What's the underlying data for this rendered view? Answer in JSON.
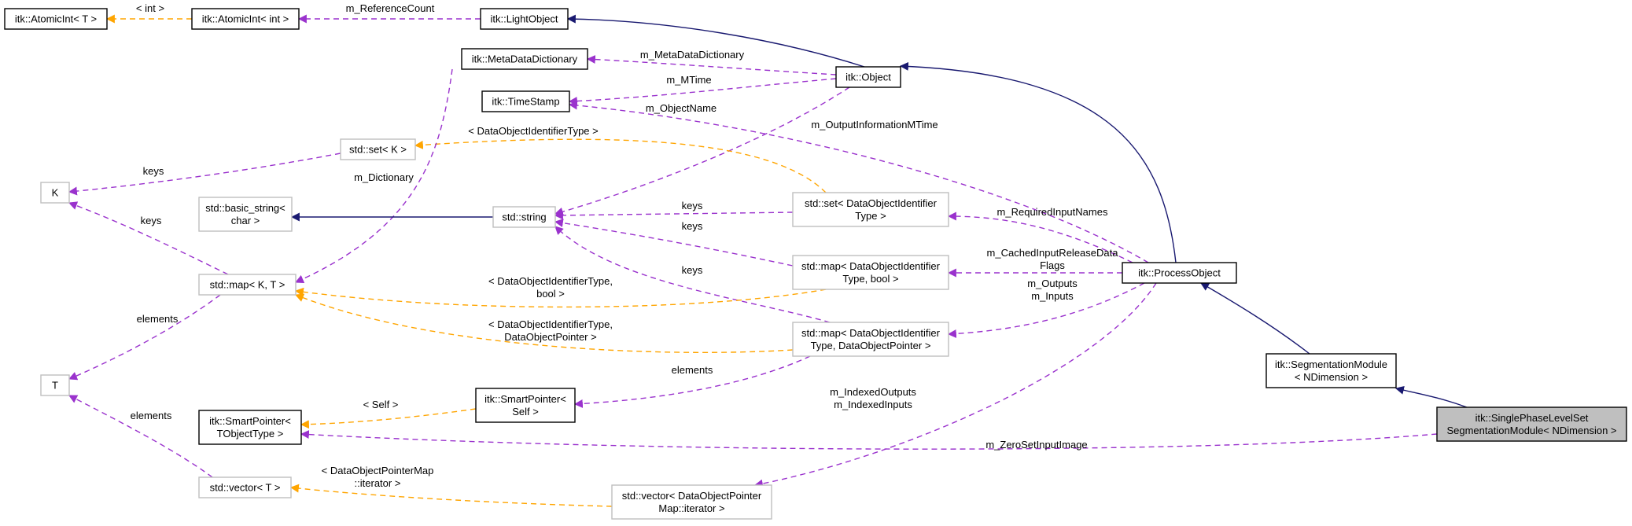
{
  "colors": {
    "inheritance": "#191970",
    "usage": "#9a32cd",
    "template": "#ffa500",
    "node_border_documented": "#000000",
    "node_border_external": "#bfbfbf",
    "focus_fill": "#bfbfbf"
  },
  "nodes": [
    {
      "id": "atomicT",
      "lines": [
        "itk::AtomicInt< T >"
      ],
      "kind": "documented"
    },
    {
      "id": "atomicInt",
      "lines": [
        "itk::AtomicInt< int >"
      ],
      "kind": "documented"
    },
    {
      "id": "lightObject",
      "lines": [
        "itk::LightObject"
      ],
      "kind": "documented"
    },
    {
      "id": "metaDict",
      "lines": [
        "itk::MetaDataDictionary"
      ],
      "kind": "documented"
    },
    {
      "id": "object",
      "lines": [
        "itk::Object"
      ],
      "kind": "documented"
    },
    {
      "id": "timeStamp",
      "lines": [
        "itk::TimeStamp"
      ],
      "kind": "documented"
    },
    {
      "id": "setK",
      "lines": [
        "std::set< K >"
      ],
      "kind": "external"
    },
    {
      "id": "K",
      "lines": [
        "K"
      ],
      "kind": "external"
    },
    {
      "id": "basicString",
      "lines": [
        "std::basic_string<",
        "char >"
      ],
      "kind": "external"
    },
    {
      "id": "stdString",
      "lines": [
        "std::string"
      ],
      "kind": "external"
    },
    {
      "id": "setDOI",
      "lines": [
        "std::set< DataObjectIdentifier",
        "Type >"
      ],
      "kind": "external"
    },
    {
      "id": "mapKT",
      "lines": [
        "std::map< K, T >"
      ],
      "kind": "external"
    },
    {
      "id": "mapDOIBool",
      "lines": [
        "std::map< DataObjectIdentifier",
        "Type, bool >"
      ],
      "kind": "external"
    },
    {
      "id": "processObject",
      "lines": [
        "itk::ProcessObject"
      ],
      "kind": "documented"
    },
    {
      "id": "T",
      "lines": [
        "T"
      ],
      "kind": "external"
    },
    {
      "id": "mapDOIPtr",
      "lines": [
        "std::map< DataObjectIdentifier",
        "Type, DataObjectPointer >"
      ],
      "kind": "external"
    },
    {
      "id": "segModule",
      "lines": [
        "itk::SegmentationModule",
        "< NDimension >"
      ],
      "kind": "documented"
    },
    {
      "id": "smartTObj",
      "lines": [
        "itk::SmartPointer<",
        "TObjectType >"
      ],
      "kind": "documented"
    },
    {
      "id": "smartSelf",
      "lines": [
        "itk::SmartPointer<",
        "Self >"
      ],
      "kind": "documented"
    },
    {
      "id": "singlePhase",
      "lines": [
        "itk::SinglePhaseLevelSet",
        "SegmentationModule< NDimension >"
      ],
      "kind": "focus"
    },
    {
      "id": "vectorT",
      "lines": [
        "std::vector< T >"
      ],
      "kind": "external"
    },
    {
      "id": "vectorDOP",
      "lines": [
        "std::vector< DataObjectPointer",
        "Map::iterator >"
      ],
      "kind": "external"
    }
  ],
  "edges": [
    {
      "id": "e1",
      "from": "atomicInt",
      "to": "atomicT",
      "type": "template",
      "label": [
        "< int >"
      ]
    },
    {
      "id": "e2",
      "from": "lightObject",
      "to": "atomicInt",
      "type": "usage",
      "label": [
        "m_ReferenceCount"
      ]
    },
    {
      "id": "e3",
      "from": "object",
      "to": "lightObject",
      "type": "inheritance",
      "label": []
    },
    {
      "id": "e4",
      "from": "object",
      "to": "metaDict",
      "type": "usage",
      "label": [
        "m_MetaDataDictionary"
      ]
    },
    {
      "id": "e5",
      "from": "object",
      "to": "timeStamp",
      "type": "usage",
      "label": [
        "m_MTime"
      ]
    },
    {
      "id": "e6",
      "from": "object",
      "to": "stdString",
      "type": "usage",
      "label": [
        "m_ObjectName"
      ]
    },
    {
      "id": "e7",
      "from": "processObject",
      "to": "object",
      "type": "inheritance",
      "label": []
    },
    {
      "id": "e8",
      "from": "processObject",
      "to": "timeStamp",
      "type": "usage",
      "label": [
        "m_OutputInformationMTime"
      ]
    },
    {
      "id": "e9",
      "from": "setDOI",
      "to": "setK",
      "type": "template",
      "label": [
        "< DataObjectIdentifierType >"
      ]
    },
    {
      "id": "e10",
      "from": "setK",
      "to": "K",
      "type": "usage",
      "label": [
        "keys"
      ]
    },
    {
      "id": "e11",
      "from": "metaDict",
      "to": "mapKT",
      "type": "usage",
      "label": [
        "m_Dictionary"
      ]
    },
    {
      "id": "e12",
      "from": "stdString",
      "to": "basicString",
      "type": "inheritance",
      "label": []
    },
    {
      "id": "e13",
      "from": "setDOI",
      "to": "stdString",
      "type": "usage",
      "label": [
        "keys"
      ]
    },
    {
      "id": "e14",
      "from": "mapDOIBool",
      "to": "stdString",
      "type": "usage",
      "label": [
        "keys"
      ]
    },
    {
      "id": "e15",
      "from": "mapDOIPtr",
      "to": "stdString",
      "type": "usage",
      "label": [
        "keys"
      ]
    },
    {
      "id": "e16",
      "from": "processObject",
      "to": "setDOI",
      "type": "usage",
      "label": [
        "m_RequiredInputNames"
      ]
    },
    {
      "id": "e17",
      "from": "processObject",
      "to": "mapDOIBool",
      "type": "usage",
      "label": [
        "m_CachedInputReleaseData",
        "Flags"
      ]
    },
    {
      "id": "e18",
      "from": "processObject",
      "to": "mapDOIPtr",
      "type": "usage",
      "label": [
        "m_Outputs",
        "m_Inputs"
      ]
    },
    {
      "id": "e19",
      "from": "mapKT",
      "to": "K",
      "type": "usage",
      "label": [
        "keys"
      ]
    },
    {
      "id": "e20",
      "from": "mapKT",
      "to": "T",
      "type": "usage",
      "label": [
        "elements"
      ]
    },
    {
      "id": "e21",
      "from": "mapDOIBool",
      "to": "mapKT",
      "type": "template",
      "label": [
        "< DataObjectIdentifierType,",
        "bool >"
      ]
    },
    {
      "id": "e22",
      "from": "mapDOIPtr",
      "to": "mapKT",
      "type": "template",
      "label": [
        "< DataObjectIdentifierType,",
        "DataObjectPointer >"
      ]
    },
    {
      "id": "e23",
      "from": "mapDOIPtr",
      "to": "smartSelf",
      "type": "usage",
      "label": [
        "elements"
      ]
    },
    {
      "id": "e24",
      "from": "smartSelf",
      "to": "smartTObj",
      "type": "template",
      "label": [
        "< Self >"
      ]
    },
    {
      "id": "e25",
      "from": "segModule",
      "to": "processObject",
      "type": "inheritance",
      "label": []
    },
    {
      "id": "e26",
      "from": "singlePhase",
      "to": "segModule",
      "type": "inheritance",
      "label": []
    },
    {
      "id": "e27",
      "from": "singlePhase",
      "to": "smartTObj",
      "type": "usage",
      "label": [
        "m_ZeroSetInputImage"
      ]
    },
    {
      "id": "e28",
      "from": "processObject",
      "to": "vectorDOP",
      "type": "usage",
      "label": [
        "m_IndexedOutputs",
        "m_IndexedInputs"
      ]
    },
    {
      "id": "e29",
      "from": "vectorT",
      "to": "T",
      "type": "usage",
      "label": [
        "elements"
      ]
    },
    {
      "id": "e30",
      "from": "vectorDOP",
      "to": "vectorT",
      "type": "template",
      "label": [
        "< DataObjectPointerMap",
        "::iterator >"
      ]
    }
  ]
}
